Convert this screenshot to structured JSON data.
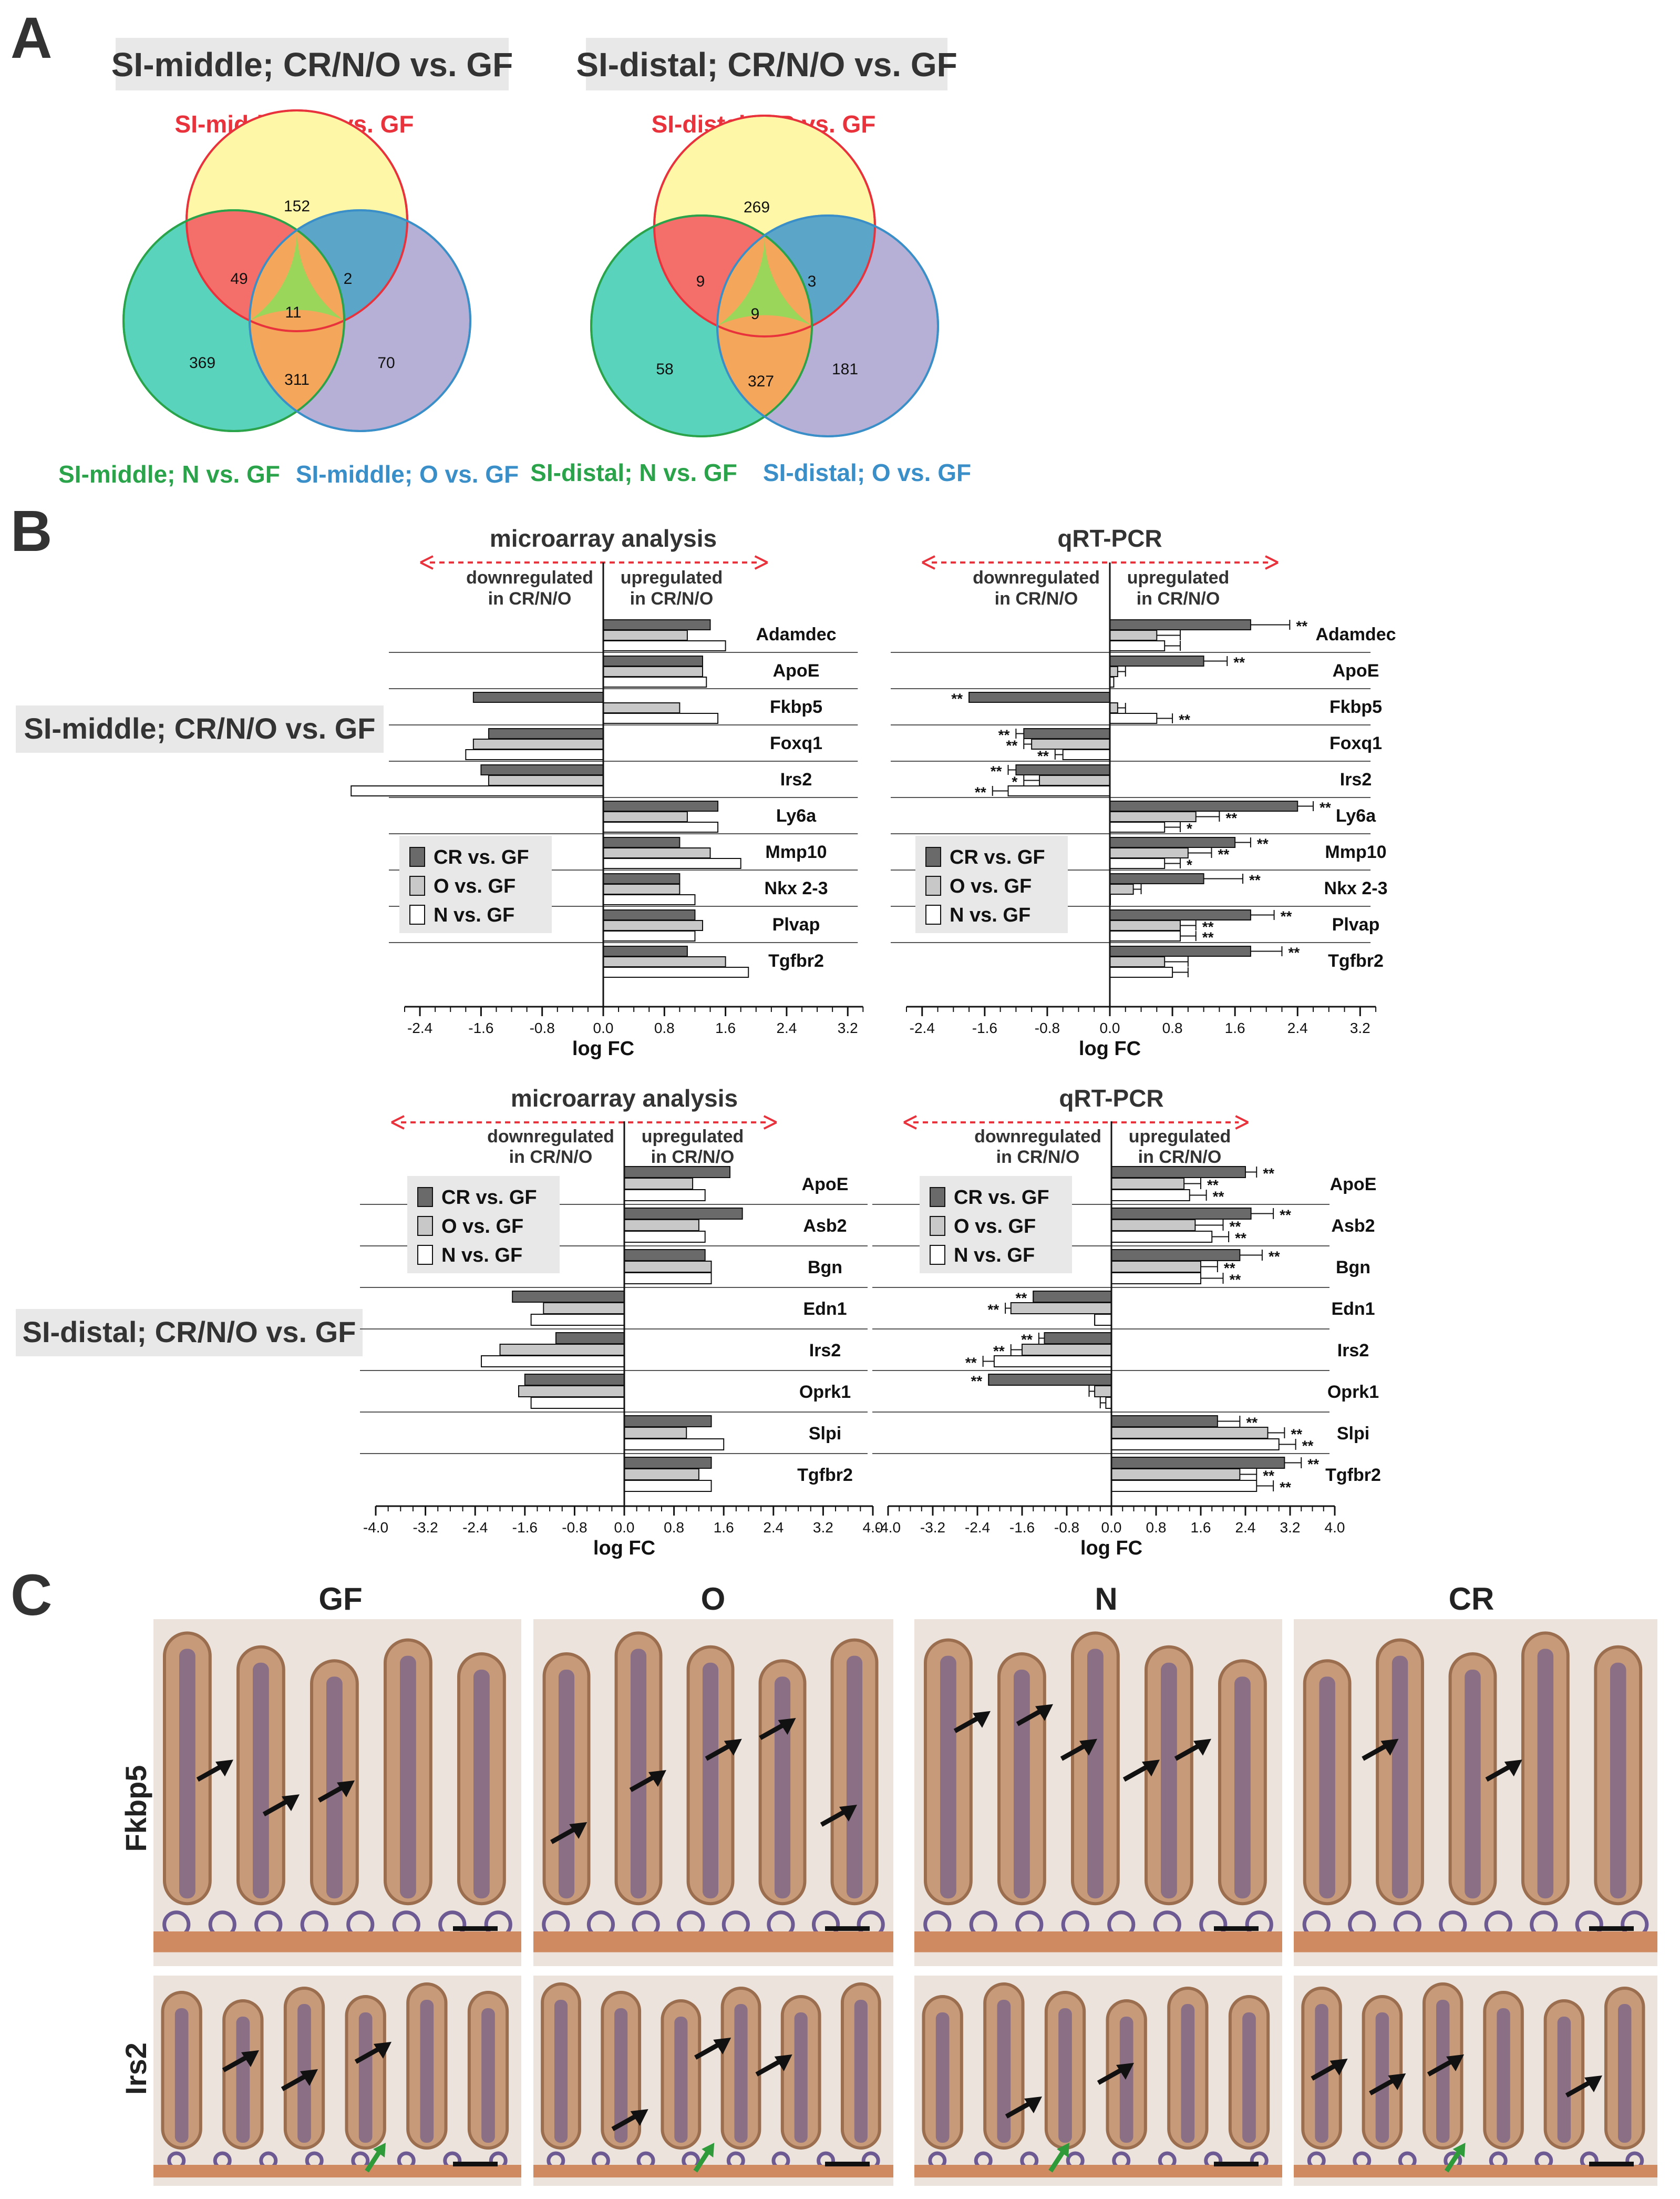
{
  "panels": {
    "a": "A",
    "b": "B",
    "c": "C"
  },
  "venn": [
    {
      "title": "SI-middle; CR/N/O vs. GF",
      "labels": {
        "cr": "SI-middle; CR vs. GF",
        "n": "SI-middle; N vs. GF",
        "o": "SI-middle; O vs. GF"
      },
      "counts": {
        "cr_only": "152",
        "cr_n": "49",
        "cr_o": "2",
        "all": "11",
        "n_only": "369",
        "n_o": "311",
        "o_only": "70"
      }
    },
    {
      "title": "SI-distal; CR/N/O vs. GF",
      "labels": {
        "cr": "SI-distal; CR vs. GF",
        "n": "SI-distal; N vs. GF",
        "o": "SI-distal; O vs. GF"
      },
      "counts": {
        "cr_only": "269",
        "cr_n": "9",
        "cr_o": "3",
        "all": "9",
        "n_only": "58",
        "n_o": "327",
        "o_only": "181"
      }
    }
  ],
  "colors": {
    "cr_fill": "#fff7a8",
    "cr_stroke": "#e8323c",
    "n_fill": "#59d3bb",
    "n_stroke": "#2aa34a",
    "o_fill": "#b7b0d6",
    "o_stroke": "#3a8fc8",
    "cr_n": "#f46f6a",
    "cr_o": "#5aa5c8",
    "n_o": "#f4a75a",
    "all": "#9ad65a",
    "label_cr": "#e8323c",
    "label_n": "#2aa34a",
    "label_o": "#3a8fc8",
    "bar_cr": "#6a6a6a",
    "bar_o": "#c8c8c8",
    "bar_n": "#ffffff",
    "arrow": "#e8323c"
  },
  "common": {
    "down_label": [
      "downregulated",
      "in CR/N/O"
    ],
    "up_label": [
      "upregulated",
      "in CR/N/O"
    ],
    "legend": [
      "CR vs. GF",
      "O vs. GF",
      "N vs. GF"
    ],
    "xlabel": "log FC"
  },
  "side_labels": {
    "middle": "SI-middle; CR/N/O vs. GF",
    "distal": "SI-distal; CR/N/O vs. GF"
  },
  "chart_data": [
    {
      "type": "bar",
      "title": "microarray analysis",
      "orientation": "horizontal",
      "categories": [
        "Adamdec",
        "ApoE",
        "Fkbp5",
        "Foxq1",
        "Irs2",
        "Ly6a",
        "Mmp10",
        "Nkx 2-3",
        "Plvap",
        "Tgfbr2"
      ],
      "series": [
        {
          "name": "CR vs. GF",
          "values": [
            1.4,
            1.3,
            -1.7,
            -1.5,
            -1.6,
            1.5,
            1.0,
            1.0,
            1.2,
            1.1
          ]
        },
        {
          "name": "O vs. GF",
          "values": [
            1.1,
            1.3,
            1.0,
            -1.7,
            -1.5,
            1.1,
            1.4,
            1.0,
            1.3,
            1.6
          ]
        },
        {
          "name": "N vs. GF",
          "values": [
            1.6,
            1.35,
            1.5,
            -1.8,
            -3.3,
            1.5,
            1.8,
            1.2,
            1.2,
            1.9
          ]
        }
      ],
      "xlim": [
        -2.6,
        3.4
      ],
      "xticks": [
        "-2.4",
        "-1.6",
        "-0.8",
        "0.0",
        "0.8",
        "1.6",
        "2.4",
        "3.2"
      ],
      "xtick_values": [
        -2.4,
        -1.6,
        -0.8,
        0,
        0.8,
        1.6,
        2.4,
        3.2
      ],
      "xlabel": "log FC"
    },
    {
      "type": "bar",
      "title": "qRT-PCR",
      "orientation": "horizontal",
      "categories": [
        "Adamdec",
        "ApoE",
        "Fkbp5",
        "Foxq1",
        "Irs2",
        "Ly6a",
        "Mmp10",
        "Nkx 2-3",
        "Plvap",
        "Tgfbr2"
      ],
      "series": [
        {
          "name": "CR vs. GF",
          "values": [
            1.8,
            1.2,
            -1.8,
            -1.1,
            -1.2,
            2.4,
            1.6,
            1.2,
            1.8,
            1.8
          ],
          "errors": [
            0.5,
            0.3,
            0.0,
            0.1,
            0.1,
            0.2,
            0.2,
            0.5,
            0.3,
            0.4
          ],
          "sig": [
            "**",
            "**",
            "**",
            "**",
            "**",
            "**",
            "**",
            "**",
            "**",
            "**"
          ]
        },
        {
          "name": "O vs. GF",
          "values": [
            0.6,
            0.1,
            0.1,
            -1.0,
            -0.9,
            1.1,
            1.0,
            0.3,
            0.9,
            0.7
          ],
          "errors": [
            0.3,
            0.1,
            0.1,
            0.1,
            0.2,
            0.3,
            0.3,
            0.1,
            0.2,
            0.3
          ],
          "sig": [
            "",
            "",
            "",
            "**",
            "*",
            "**",
            "**",
            "",
            "**",
            ""
          ]
        },
        {
          "name": "N vs. GF",
          "values": [
            0.7,
            0.05,
            0.6,
            -0.6,
            -1.3,
            0.7,
            0.7,
            0.0,
            0.9,
            0.8
          ],
          "errors": [
            0.2,
            0.0,
            0.2,
            0.1,
            0.2,
            0.2,
            0.2,
            0.0,
            0.2,
            0.2
          ],
          "sig": [
            "",
            "",
            "**",
            "**",
            "**",
            "*",
            "*",
            "",
            "**",
            ""
          ]
        }
      ],
      "xlim": [
        -2.6,
        3.4
      ],
      "xticks": [
        "-2.4",
        "-1.6",
        "-0.8",
        "0.0",
        "0.8",
        "1.6",
        "2.4",
        "3.2"
      ],
      "xtick_values": [
        -2.4,
        -1.6,
        -0.8,
        0,
        0.8,
        1.6,
        2.4,
        3.2
      ],
      "xlabel": "log FC"
    },
    {
      "type": "bar",
      "title": "microarray analysis",
      "orientation": "horizontal",
      "categories": [
        "ApoE",
        "Asb2",
        "Bgn",
        "Edn1",
        "Irs2",
        "Oprk1",
        "Slpi",
        "Tgfbr2"
      ],
      "series": [
        {
          "name": "CR vs. GF",
          "values": [
            1.7,
            1.9,
            1.3,
            -1.8,
            -1.1,
            -1.6,
            1.4,
            1.4
          ]
        },
        {
          "name": "O vs. GF",
          "values": [
            1.1,
            1.2,
            1.4,
            -1.3,
            -2.0,
            -1.7,
            1.0,
            1.2
          ]
        },
        {
          "name": "N vs. GF",
          "values": [
            1.3,
            1.3,
            1.4,
            -1.5,
            -2.3,
            -1.5,
            1.6,
            1.4
          ]
        }
      ],
      "xlim": [
        -4.0,
        4.0
      ],
      "xticks": [
        "-4.0",
        "-3.2",
        "-2.4",
        "-1.6",
        "-0.8",
        "0.0",
        "0.8",
        "1.6",
        "2.4",
        "3.2",
        "4.0"
      ],
      "xtick_values": [
        -4.0,
        -3.2,
        -2.4,
        -1.6,
        -0.8,
        0,
        0.8,
        1.6,
        2.4,
        3.2,
        4.0
      ],
      "xlabel": "log FC"
    },
    {
      "type": "bar",
      "title": "qRT-PCR",
      "orientation": "horizontal",
      "categories": [
        "ApoE",
        "Asb2",
        "Bgn",
        "Edn1",
        "Irs2",
        "Oprk1",
        "Slpi",
        "Tgfbr2"
      ],
      "series": [
        {
          "name": "CR vs. GF",
          "values": [
            2.4,
            2.5,
            2.3,
            -1.4,
            -1.2,
            -2.2,
            1.9,
            3.1
          ],
          "errors": [
            0.2,
            0.4,
            0.4,
            0.0,
            0.1,
            0.0,
            0.4,
            0.3
          ],
          "sig": [
            "**",
            "**",
            "**",
            "**",
            "**",
            "**",
            "**",
            "**"
          ]
        },
        {
          "name": "O vs. GF",
          "values": [
            1.3,
            1.5,
            1.6,
            -1.8,
            -1.6,
            -0.3,
            2.8,
            2.3
          ],
          "errors": [
            0.3,
            0.5,
            0.3,
            0.1,
            0.2,
            0.1,
            0.3,
            0.3
          ],
          "sig": [
            "**",
            "**",
            "**",
            "**",
            "**",
            "",
            "**",
            "**"
          ]
        },
        {
          "name": "N vs. GF",
          "values": [
            1.4,
            1.8,
            1.6,
            -0.3,
            -2.1,
            -0.1,
            3.0,
            2.6
          ],
          "errors": [
            0.3,
            0.3,
            0.4,
            0.0,
            0.2,
            0.1,
            0.3,
            0.3
          ],
          "sig": [
            "**",
            "**",
            "**",
            "",
            "**",
            "",
            "**",
            "**"
          ]
        }
      ],
      "xlim": [
        -4.0,
        4.0
      ],
      "xticks": [
        "-4.0",
        "-3.2",
        "-2.4",
        "-1.6",
        "-0.8",
        "0.0",
        "0.8",
        "1.6",
        "2.4",
        "3.2",
        "4.0"
      ],
      "xtick_values": [
        -4.0,
        -3.2,
        -2.4,
        -1.6,
        -0.8,
        0,
        0.8,
        1.6,
        2.4,
        3.2,
        4.0
      ],
      "xlabel": "log FC"
    }
  ],
  "histology": {
    "columns": [
      "GF",
      "O",
      "N",
      "CR"
    ],
    "rows": [
      "Fkbp5",
      "Irs2"
    ],
    "colors": {
      "tissue_bg": "#ece3dc",
      "villus": "#c79a7a",
      "villus_edge": "#9a6e4e",
      "nuclei": "#5a4c8e",
      "crypt": "#6e5a92",
      "muscle": "#d08a62",
      "arrow": "#111111",
      "green_arrow": "#2f9a3a",
      "scale": "#111111"
    }
  }
}
